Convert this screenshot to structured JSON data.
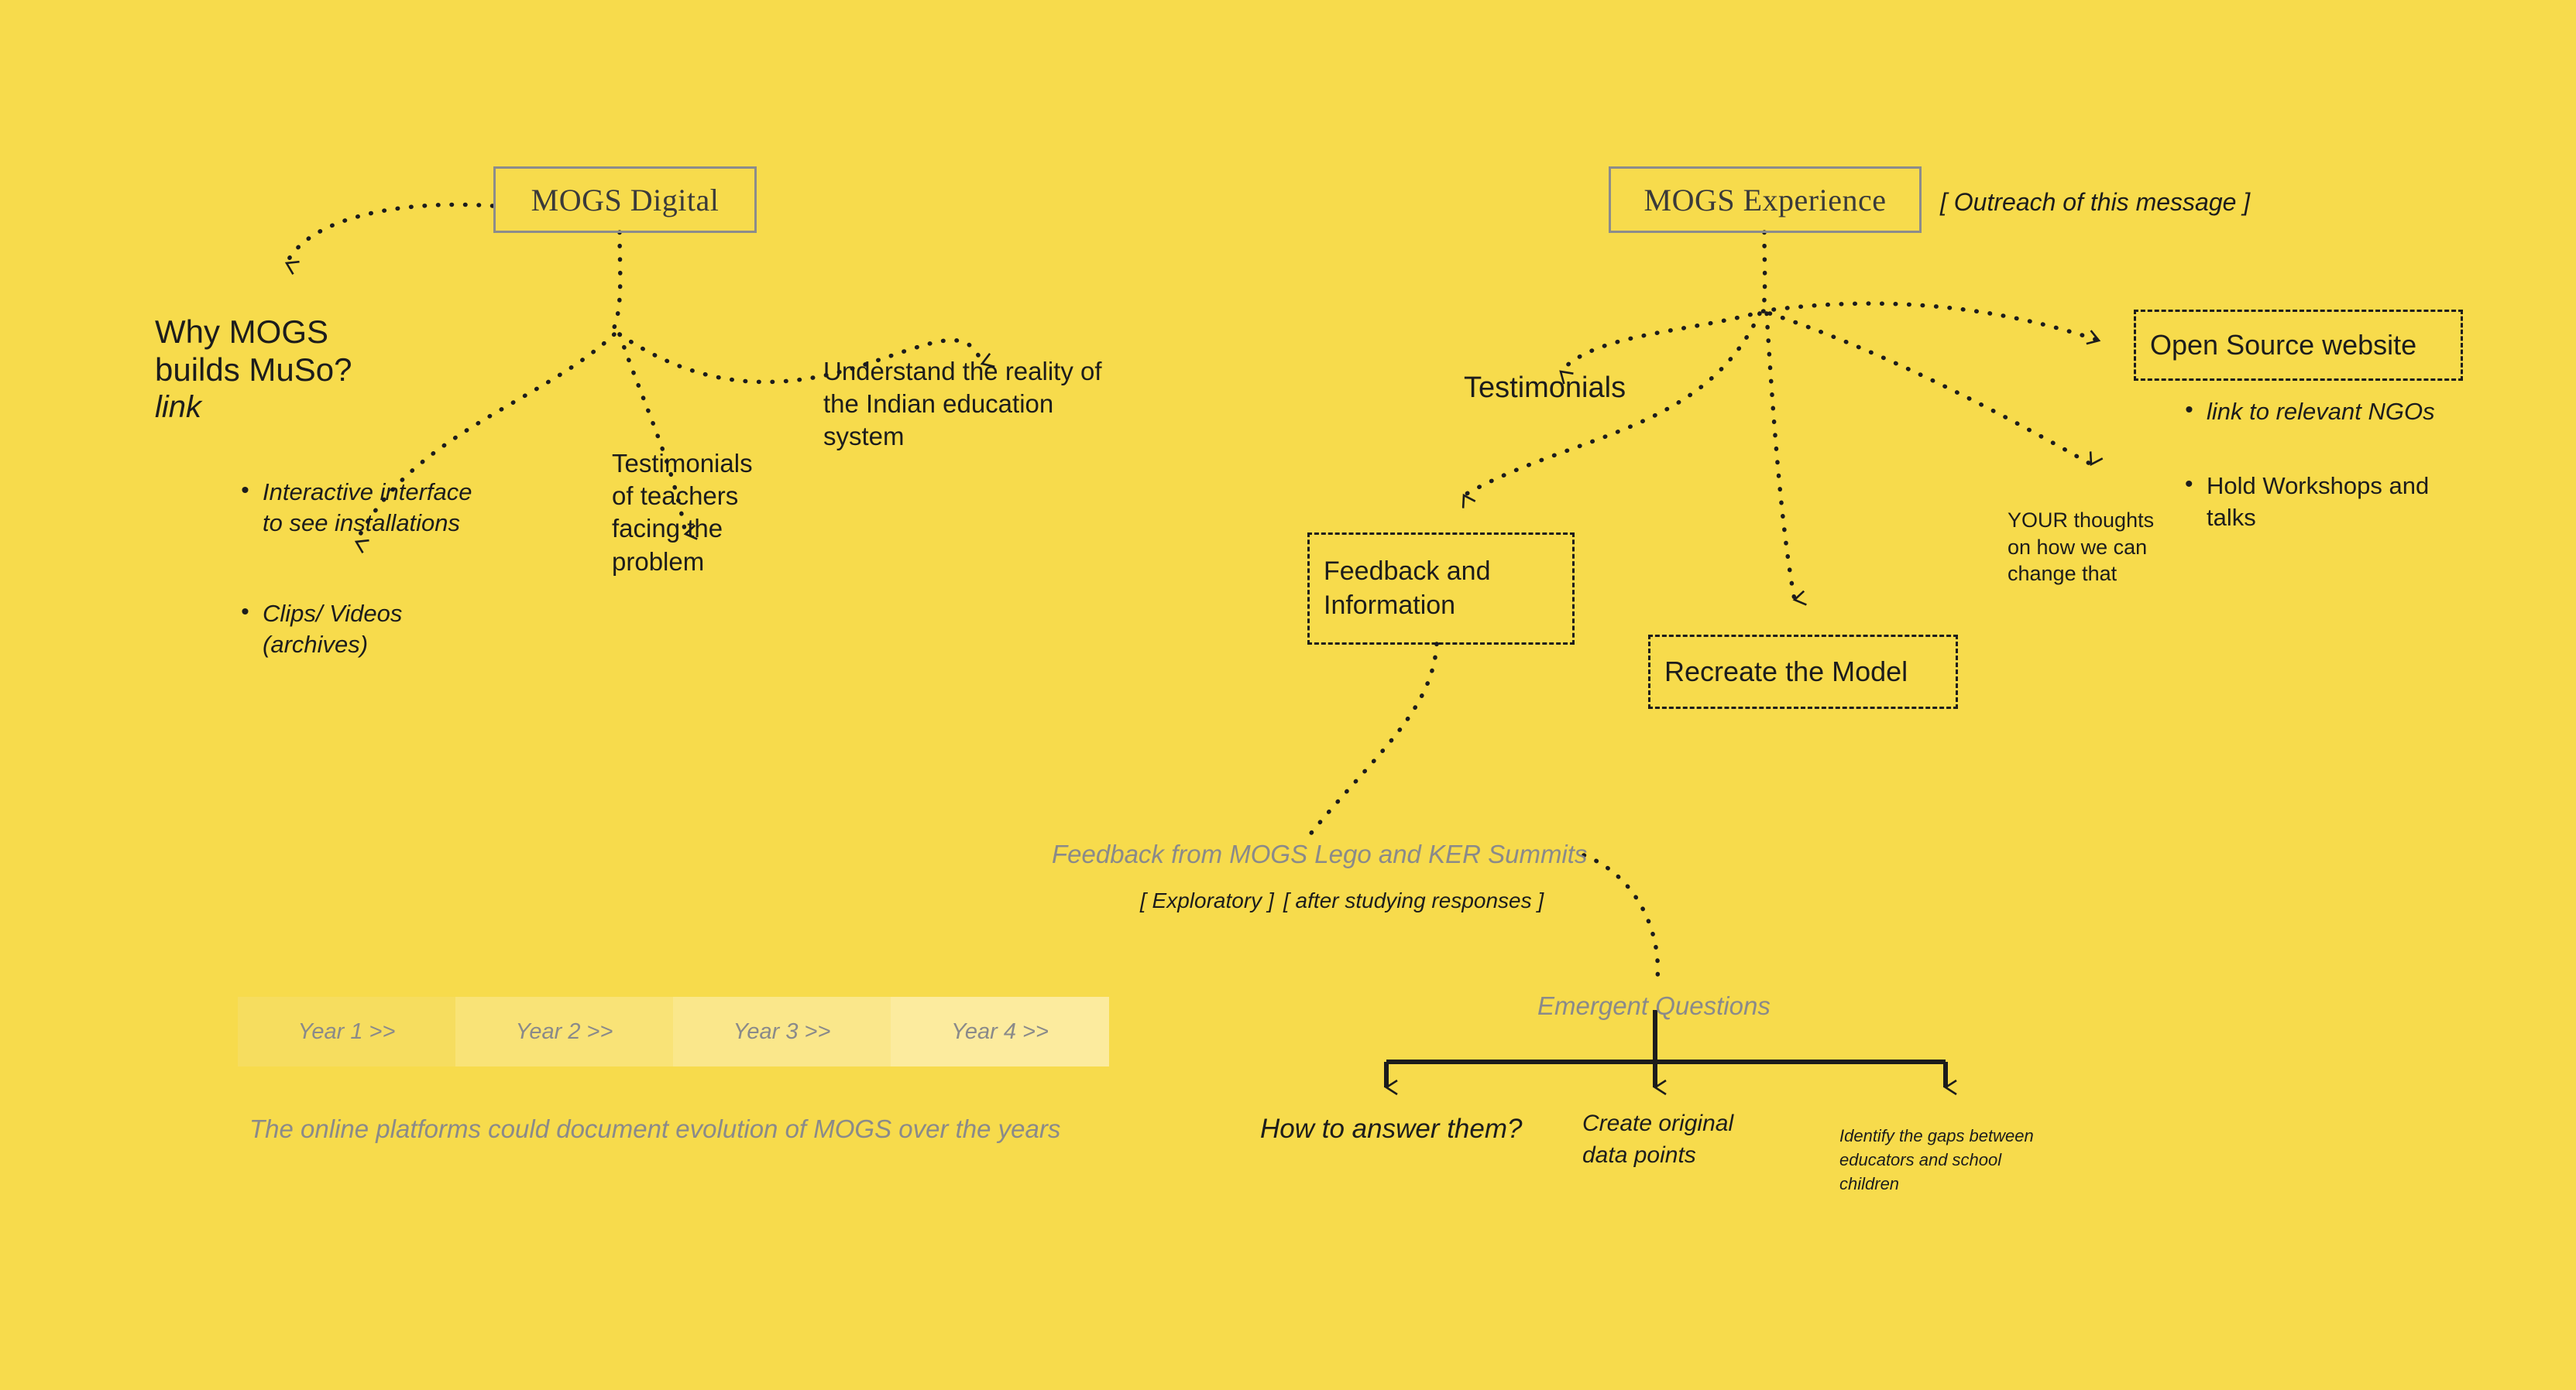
{
  "canvas": {
    "background": "#F7DB4C",
    "ink": "#1c1c1c",
    "muted": "#8a8a8a",
    "box_border": "#8c8c8c"
  },
  "left_cluster": {
    "root": {
      "label": "MOGS Digital"
    },
    "why": {
      "line1": "Why MOGS",
      "line2": "builds MuSo?",
      "link": "link"
    },
    "bullets": [
      "Interactive interface\nto see installations",
      "Clips/ Videos\n(archives)"
    ],
    "testimonials_teachers": "Testimonials\nof teachers\nfacing the\nproblem",
    "understand_reality": "Understand the reality of\nthe Indian education\nsystem"
  },
  "right_cluster": {
    "root": {
      "label": "MOGS Experience"
    },
    "root_note": "[ Outreach of this message ]",
    "testimonials": "Testimonials",
    "feedback_box": "Feedback and\nInformation",
    "recreate_box": "Recreate the Model",
    "open_source_box": "Open Source website",
    "open_source_bullets": [
      "link to relevant NGOs",
      "Hold Workshops and\ntalks"
    ],
    "your_thoughts": "YOUR thoughts\non how we can\nchange that"
  },
  "feedback_flow": {
    "summits_label": "Feedback from MOGS Lego and KER Summits",
    "tag_exploratory": "[ Exploratory ]",
    "tag_after": "[ after studying responses ]",
    "emergent_questions": "Emergent Questions",
    "branches": [
      "How to answer them?",
      "Create original\ndata points",
      "Identify the gaps between\neducators and school\nchildren"
    ]
  },
  "timeline": {
    "cells": [
      {
        "label": "Year 1 >>",
        "color": "#F6DD5F"
      },
      {
        "label": "Year 2 >>",
        "color": "#F9E377"
      },
      {
        "label": "Year 3 >>",
        "color": "#FAE78B"
      },
      {
        "label": "Year 4 >>",
        "color": "#FCEB9E"
      }
    ],
    "caption": "The online platforms could document evolution of MOGS over the years"
  }
}
